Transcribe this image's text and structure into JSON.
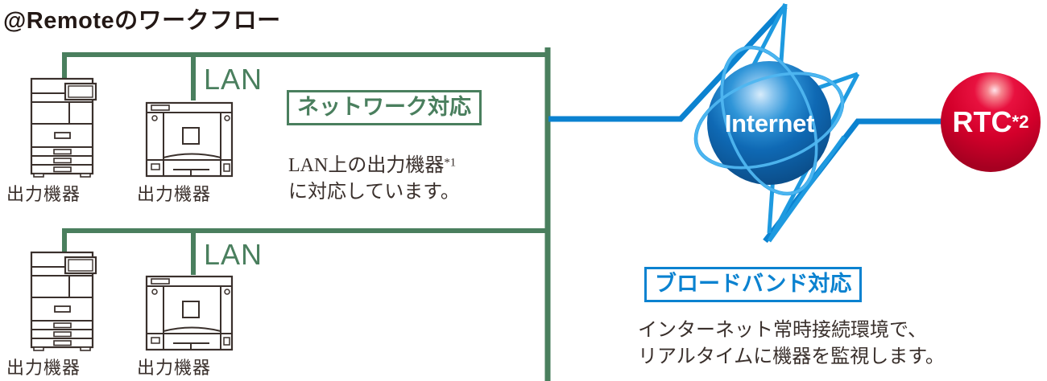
{
  "title": "@Remoteのワークフロー",
  "lan_groups": [
    {
      "lan_label": "LAN",
      "devices": [
        {
          "type": "mfp-icon",
          "label": "出力機器"
        },
        {
          "type": "laser-printer-icon",
          "label": "出力機器"
        }
      ]
    },
    {
      "lan_label": "LAN",
      "devices": [
        {
          "type": "mfp-icon",
          "label": "出力機器"
        },
        {
          "type": "laser-printer-icon",
          "label": "出力機器"
        }
      ]
    }
  ],
  "network_callout": {
    "heading": "ネットワーク対応",
    "body_line1": "LAN上の出力機器",
    "body_line1_sup": "*1",
    "body_line2": "に対応しています。"
  },
  "broadband_callout": {
    "heading": "ブロードバンド対応",
    "body_line1": "インターネット常時接続環境で、",
    "body_line2": "リアルタイムに機器を監視します。"
  },
  "internet_node": {
    "label": "Internet"
  },
  "rtc_node": {
    "label": "RTC",
    "label_sup": "*2"
  },
  "colors": {
    "green": "#4a7f5e",
    "blue": "#0b82d0",
    "blue_light": "#2196e8",
    "text": "#3a302c",
    "title": "#231815",
    "red": "#d9002b",
    "device_outline": "#3a302c"
  }
}
